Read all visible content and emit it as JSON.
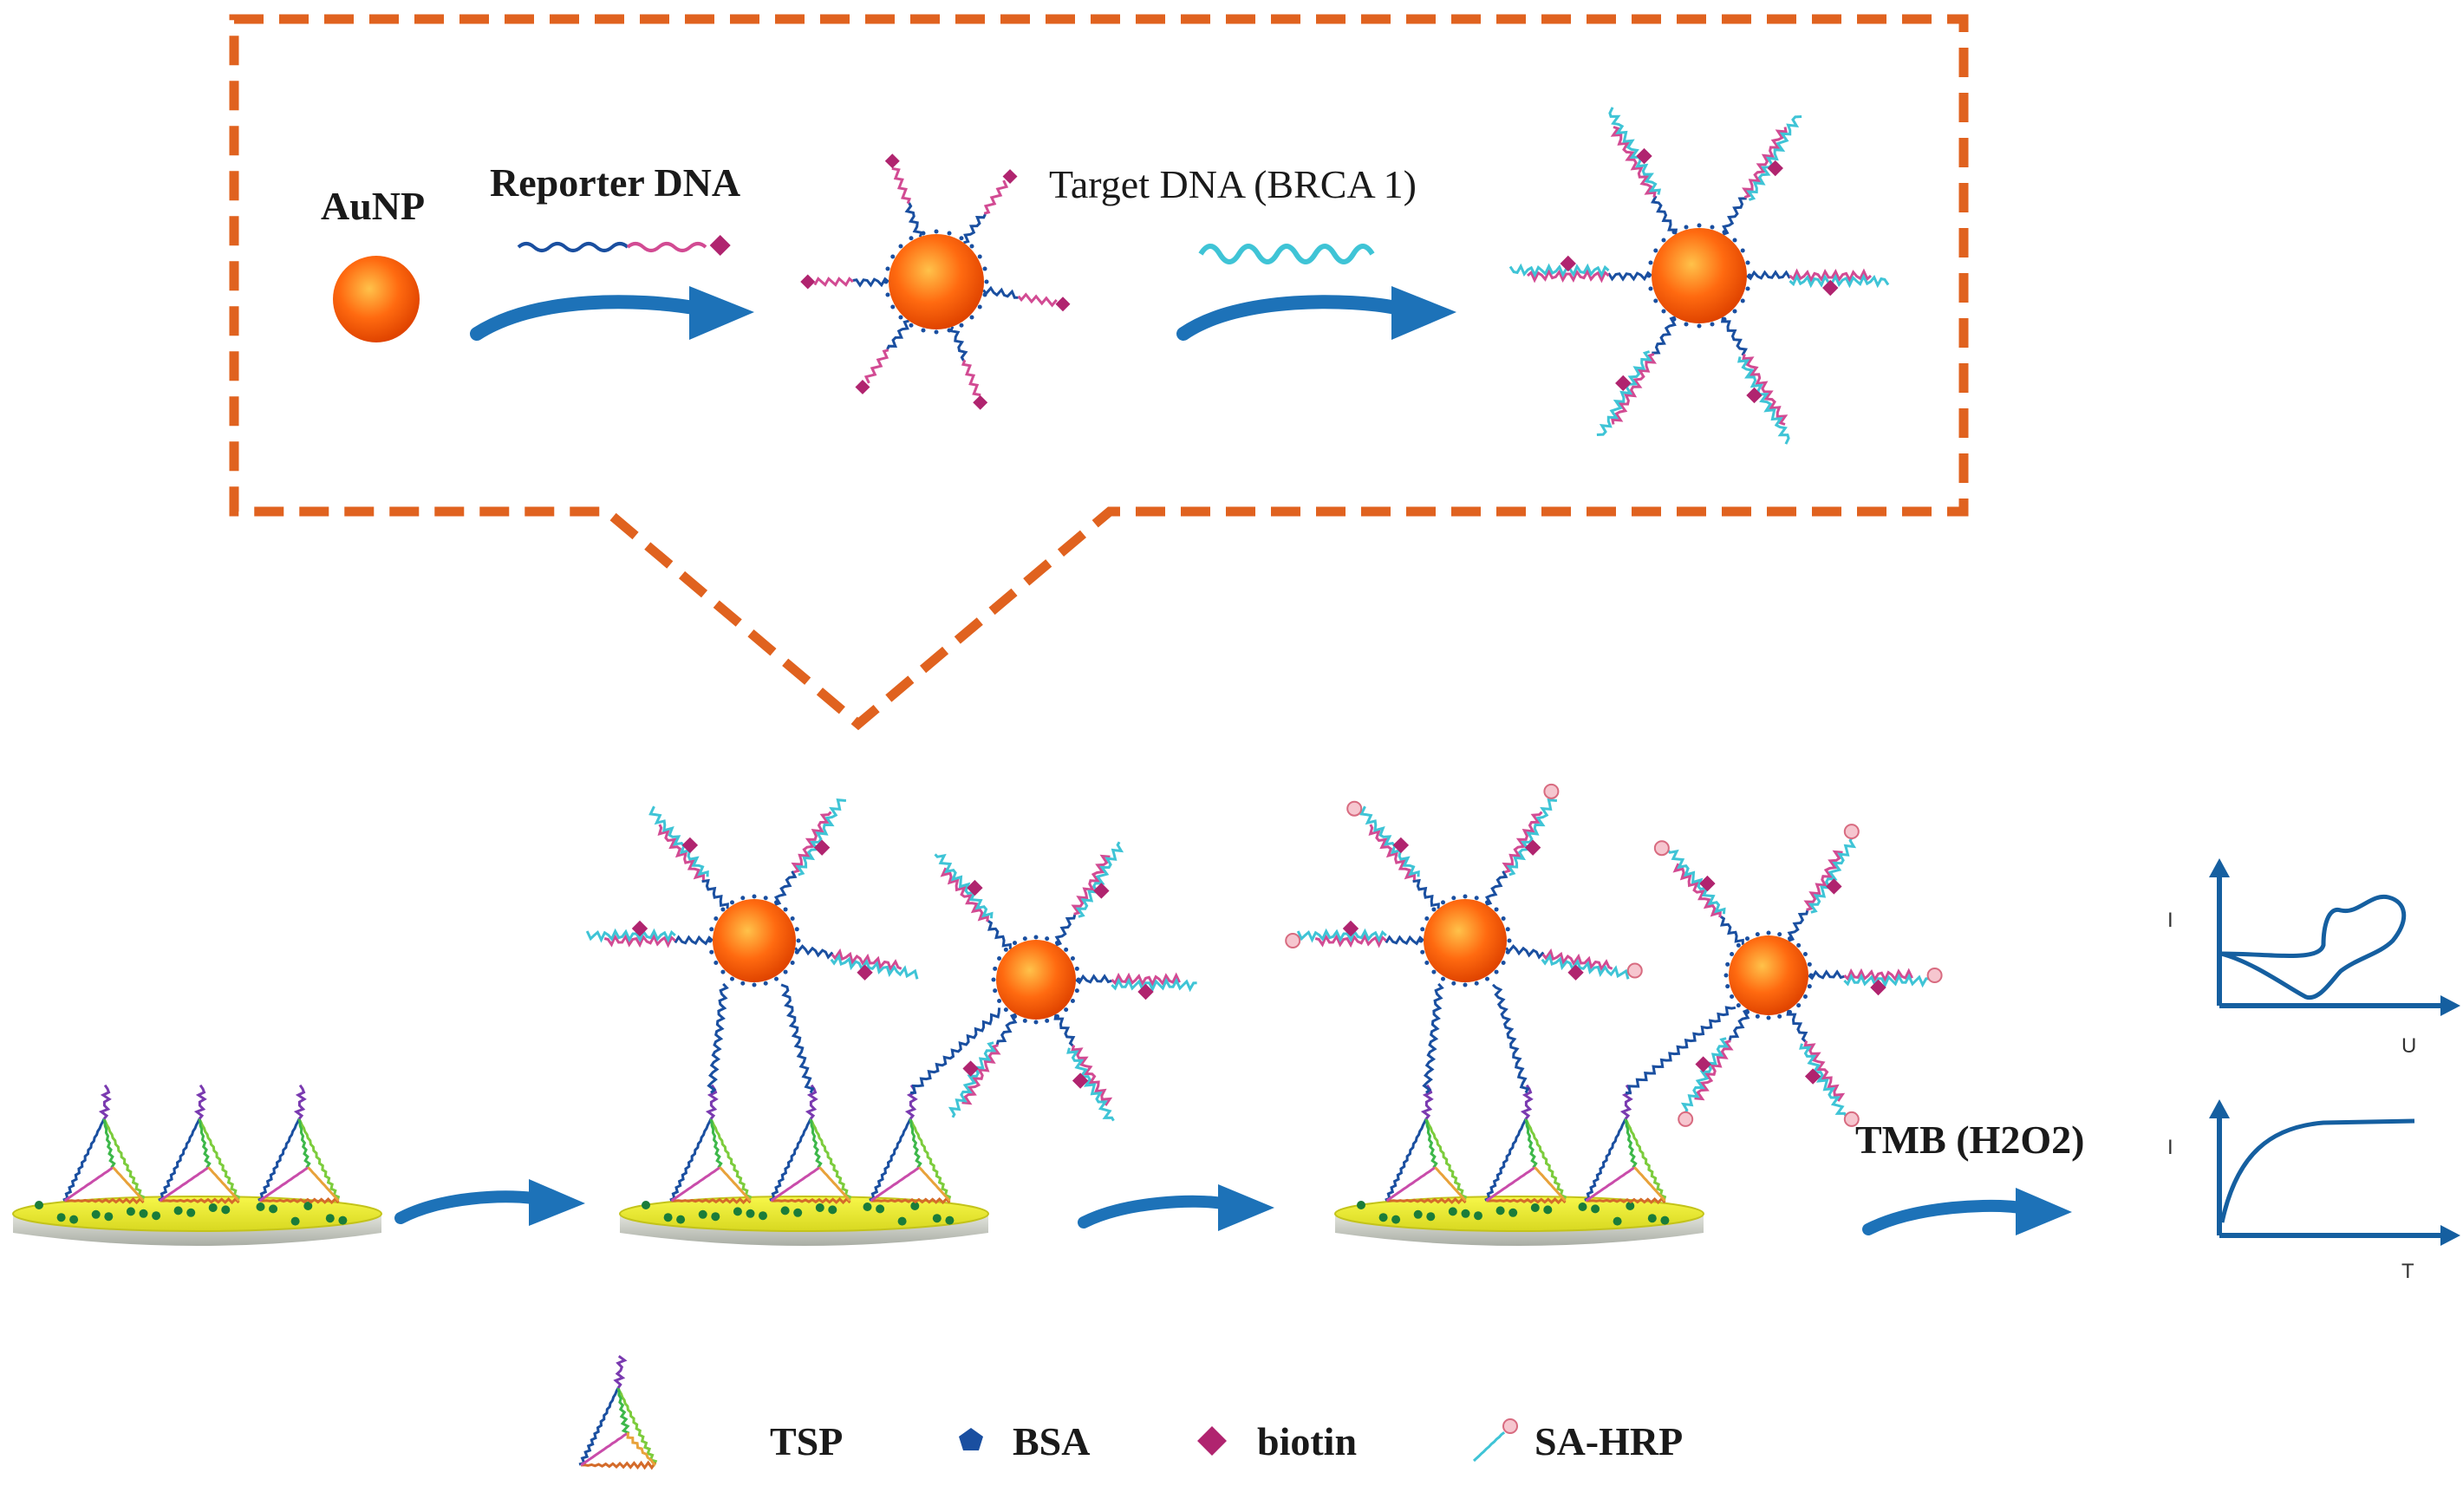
{
  "colors": {
    "frame": "#e0621f",
    "arrow": "#1d72b8",
    "gold_core": "#ff5a00",
    "gold_highlight": "#ffc24a",
    "dna_blue": "#1a4fa0",
    "dna_pink": "#d24b93",
    "dna_cyan": "#3fc4d6",
    "biotin": "#b0246f",
    "surface_yellow": "#f0f030",
    "surface_base": "#c9cdc4",
    "bsa": "#1a7c3a",
    "plot_axis": "#155fa0"
  },
  "top_panel": {
    "auNP_label": "AuNP",
    "reporter_label": "Reporter DNA",
    "target_label": "Target DNA (BRCA 1)"
  },
  "bottom_panel": {
    "tmb_label": "TMB (H2O2)",
    "cv_plot": {
      "y_label": "I",
      "x_label": "U"
    },
    "it_plot": {
      "y_label": "I",
      "x_label": "T"
    }
  },
  "legend": {
    "tsp": "TSP",
    "bsa": "BSA",
    "biotin": "biotin",
    "sa_hrp": "SA-HRP"
  }
}
